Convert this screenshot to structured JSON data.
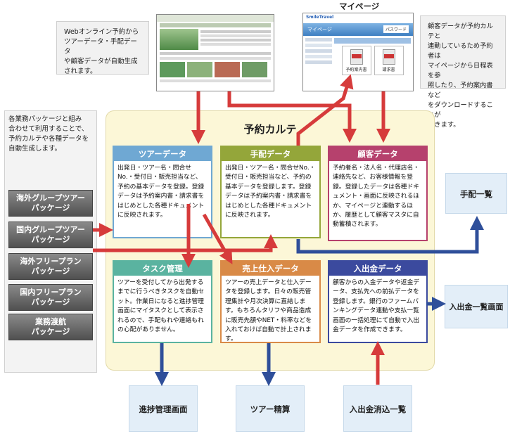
{
  "mypage_label": "マイページ",
  "note_top_left": "Webオンライン予約から\nツアーデータ・手配データ\nや顧客データが自動生成\nされます。",
  "note_top_right": "顧客データが予約カルテと\n連動しているため予約者は\nマイページから日程表を参\n照したり、予約案内書など\nをダウンロードすることが\nできます。",
  "note_left": "各業務パッケージと組み\n合わせて利用することで、\n予約カルテや各種データを\n自動生成します。",
  "karte_title": "予約カルテ",
  "packages": [
    "海外グループツアー\nパッケージ",
    "国内グループツアー\nパッケージ",
    "海外フリープラン\nパッケージ",
    "国内フリープラン\nパッケージ",
    "業務渡航\nパッケージ"
  ],
  "cards": {
    "tour": {
      "title": "ツアーデータ",
      "body": "出発日・ツアー名・問合せNo.・受付日・販売担当など、予約の基本データを登録。登録データは予約案内書・請求書をはじめとした各種ドキュメントに反映されます。",
      "color": "#6fa8d3"
    },
    "tehai": {
      "title": "手配データ",
      "body": "出発日・ツアー名・問合せNo.・受付日・販売担当など、予約の基本データを登録します。登録データは予約案内書・請求書をはじめとした各種ドキュメントに反映されます。",
      "color": "#94a63a"
    },
    "customer": {
      "title": "顧客データ",
      "body": "予約者名・法人名・代理店名・連絡先など、お客様情報を登録。登録したデータは各種ドキュメント・画面に反映されるほか、マイページと連動するほか、履歴として顧客マスタに自動蓄積されます。",
      "color": "#b6416d"
    },
    "task": {
      "title": "タスク管理",
      "body": "ツアーを受付してから出発するまでに行うべきタスクを自動セット。作業日になると進捗管理画面にマイタスクとして表示されるので、手配もれや連絡もれの心配がありません。",
      "color": "#5ab3a0"
    },
    "sales": {
      "title": "売上仕入データ",
      "body": "ツアーの売上データと仕入データを登録します。日々の販売管理集計や月次決算に直結します。もちろんタリフや商品造成に販売先額やNET・料率などを入れておけば自動で計上されます。",
      "color": "#d98a47"
    },
    "payment": {
      "title": "入出金データ",
      "body": "顧客からの入金データや返金データ、支払先への前払データを登録します。銀行のファームバンキングデータ連動や支払一覧画面の一括処理にて自動で入出金データを作成できます。",
      "color": "#3b4a9e"
    }
  },
  "outputs": {
    "tehai_list": "手配一覧",
    "payment_screen": "入出金一覧画面",
    "progress": "進捗管理画面",
    "tour_settle": "ツアー精算",
    "payment_clear": "入出金消込一覧"
  },
  "shot_mypage": {
    "logo": "SmileTravel",
    "header_label": "マイページ",
    "password_btn": "パスワード",
    "doc1": "予約案内書",
    "doc2": "請求書"
  },
  "colors": {
    "red_arrow": "#d63b3b",
    "blue_arrow": "#2f4f9a"
  }
}
